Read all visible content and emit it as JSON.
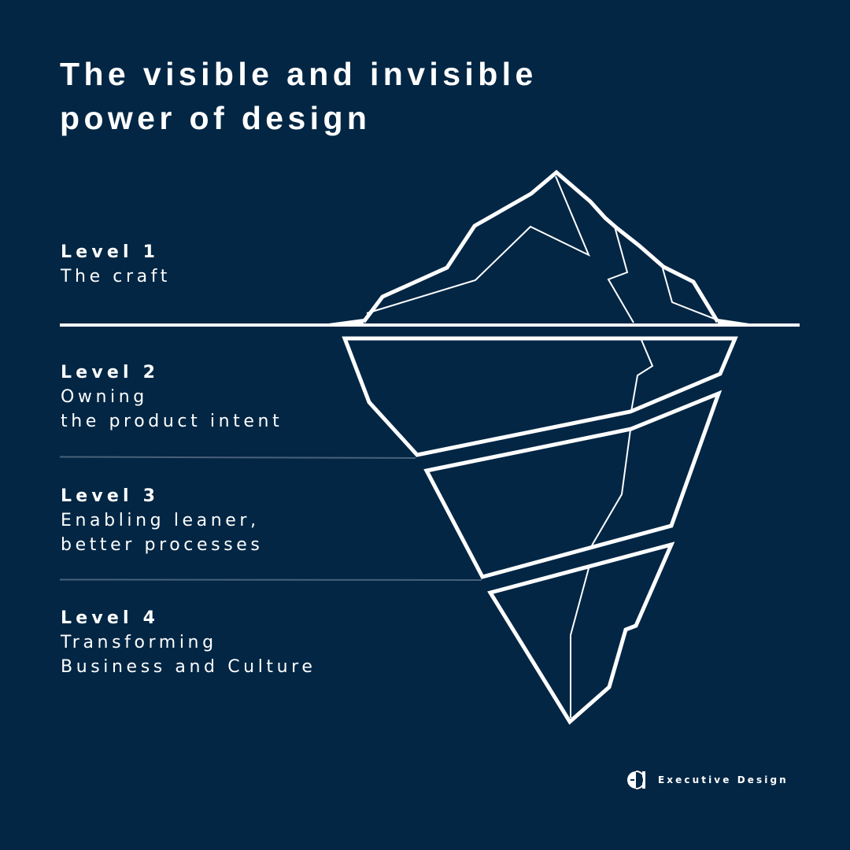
{
  "title": {
    "line1": "The visible and invisible",
    "line2": "power of design"
  },
  "levels": [
    {
      "label": "Level 1",
      "lines": [
        "The craft"
      ]
    },
    {
      "label": "Level 2",
      "lines": [
        "Owning",
        "the product intent"
      ]
    },
    {
      "label": "Level 3",
      "lines": [
        "Enabling leaner,",
        "better processes"
      ]
    },
    {
      "label": "Level 4",
      "lines": [
        "Transforming",
        "Business and Culture"
      ]
    }
  ],
  "brand": {
    "name": "Executive Design",
    "icon": "half-circle-logo-icon"
  },
  "colors": {
    "background": "#022644",
    "foreground": "#ffffff",
    "divider": "#4a6179"
  },
  "diagram": {
    "type": "iceberg",
    "sections": [
      "above-water-tip",
      "level-2-band",
      "level-3-band",
      "level-4-band"
    ]
  }
}
